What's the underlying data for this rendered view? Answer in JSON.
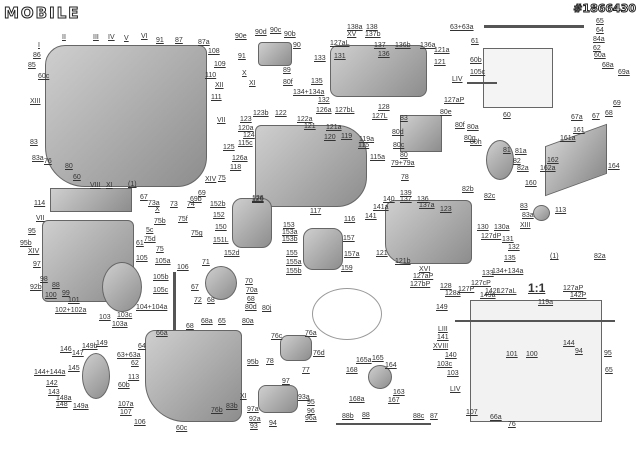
{
  "header": {
    "logo_text": "MOBILE",
    "catalog_number": "#1866430"
  },
  "scale_label": "1:1",
  "labels": [
    "I",
    "II",
    "III",
    "IV",
    "V",
    "VI",
    "91",
    "87",
    "87a",
    "108",
    "109",
    "110",
    "XII",
    "111",
    "VII",
    "86",
    "85",
    "60c",
    "XIII",
    "83",
    "83a",
    "76",
    "80",
    "60",
    "VIII",
    "XI",
    "(1)",
    "75",
    "XIV",
    "69",
    "69b",
    "67",
    "73a",
    "73",
    "74",
    "X",
    "90e",
    "90d",
    "90c",
    "90b",
    "90",
    "91",
    "X",
    "XI",
    "89",
    "80f",
    "138a",
    "138",
    "XV",
    "137b",
    "127aL",
    "137",
    "136b",
    "136a",
    "133",
    "131",
    "136",
    "135",
    "134+134a",
    "132",
    "126a",
    "127bL",
    "128",
    "127L",
    "123b",
    "122",
    "123",
    "122a",
    "121",
    "121a",
    "120a",
    "124",
    "120",
    "119",
    "119a",
    "115c",
    "115",
    "125",
    "115a",
    "126a",
    "118",
    "83",
    "80d",
    "80c",
    "80",
    "79+79a",
    "78",
    "126",
    "139",
    "140",
    "137",
    "136",
    "63+63a",
    "65",
    "64",
    "84a",
    "61",
    "62",
    "60b",
    "60a",
    "105c",
    "LIV",
    "127aP",
    "68a",
    "69a",
    "69",
    "60",
    "67a",
    "67",
    "68",
    "121a",
    "121",
    "80e",
    "80f",
    "80a",
    "80g",
    "80h",
    "81",
    "81a",
    "82",
    "82a",
    "82b",
    "82c",
    "161",
    "161a",
    "162",
    "162a",
    "160",
    "164",
    "114",
    "VII",
    "95",
    "95b",
    "XIV",
    "61",
    "97",
    "98",
    "92b",
    "88",
    "100",
    "99",
    "101",
    "102+102a",
    "105",
    "103",
    "103c",
    "103a",
    "104+104a",
    "105a",
    "106",
    "105b",
    "105c",
    "75b",
    "75f",
    "5c",
    "75g",
    "75d",
    "75",
    "71",
    "67",
    "72",
    "68",
    "152b",
    "126",
    "152",
    "150",
    "151L",
    "152d",
    "153",
    "153a",
    "153b",
    "157",
    "155",
    "157a",
    "155a",
    "155b",
    "159",
    "117",
    "116",
    "141",
    "141a",
    "137a",
    "121",
    "121b",
    "XVI",
    "127aP",
    "127bP",
    "70",
    "70a",
    "68",
    "123",
    "130",
    "130a",
    "127dP",
    "131",
    "132",
    "135",
    "133",
    "134+134a",
    "128",
    "128a",
    "127P",
    "127cP",
    "149a",
    "142L",
    "127aL",
    "127aP",
    "142P",
    "119a",
    "149",
    "83",
    "83a",
    "XIII",
    "113",
    "(1)",
    "82a",
    "149",
    "149b",
    "146",
    "147",
    "145",
    "144+144a",
    "142",
    "143",
    "148a",
    "148",
    "149a",
    "64",
    "63+63a",
    "62",
    "113",
    "60b",
    "107a",
    "107",
    "106",
    "60c",
    "76b",
    "66a",
    "68",
    "68a",
    "65",
    "80d",
    "80j",
    "80a",
    "95b",
    "76c",
    "76a",
    "76d",
    "78",
    "77",
    "97",
    "93a",
    "95",
    "96",
    "96a",
    "97a",
    "92a",
    "93",
    "94",
    "XI",
    "83b",
    "165a",
    "165",
    "164",
    "168",
    "163",
    "168a",
    "167",
    "88b",
    "88",
    "88c",
    "87",
    "LIII",
    "141",
    "XVIII",
    "140",
    "103c",
    "103",
    "LIV",
    "107",
    "66a",
    "76",
    "101",
    "100",
    "94",
    "95",
    "65",
    "144"
  ]
}
